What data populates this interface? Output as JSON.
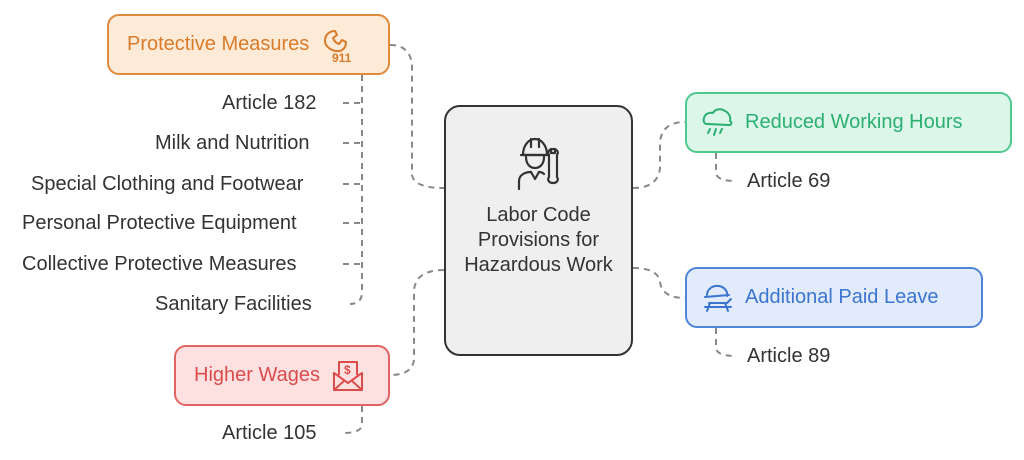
{
  "center": {
    "title": "Labor Code Provisions for Hazardous Work",
    "icon": "worker-wrench-icon"
  },
  "branches": [
    {
      "id": "protective",
      "label": "Protective Measures",
      "icon": "phone-911-icon",
      "icon_text": "911",
      "color": "#e08a3c",
      "items": [
        "Article 182",
        "Milk and Nutrition",
        "Special Clothing and Footwear",
        "Personal Protective Equipment",
        "Collective Protective Measures",
        "Sanitary Facilities"
      ]
    },
    {
      "id": "reduced",
      "label": "Reduced Working Hours",
      "icon": "cloud-rain-icon",
      "color": "#4cc98c",
      "items": [
        "Article 69"
      ]
    },
    {
      "id": "leave",
      "label": "Additional Paid Leave",
      "icon": "beach-chair-icon",
      "color": "#4f86d8",
      "items": [
        "Article 89"
      ]
    },
    {
      "id": "wages",
      "label": "Higher Wages",
      "icon": "money-envelope-icon",
      "icon_text": "$",
      "color": "#e06464",
      "items": [
        "Article 105"
      ]
    }
  ]
}
